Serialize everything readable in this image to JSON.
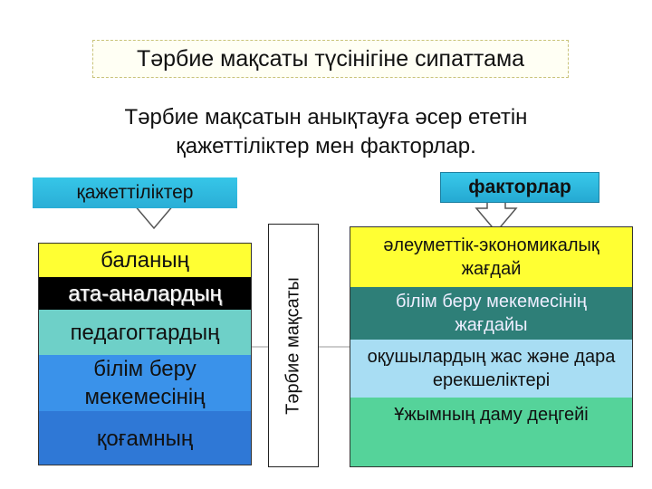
{
  "title": "Тәрбие мақсаты түсінігіне сипаттама",
  "subtitle": [
    "Тәрбие мақсатын анықтауға әсер ететін",
    "қажеттіліктер мен факторлар."
  ],
  "needs_label": "қажеттіліктер",
  "factors_label": "факторлар",
  "needs": [
    "баланың",
    "ата-аналардың",
    "педагогтардың",
    "білім беру мекемесінің",
    "қоғамның"
  ],
  "center_label": "Тәрбие мақсаты",
  "factors": [
    "әлеуметтік-экономикалық жағдай",
    "білім беру мекемесінің жағдайы",
    "оқушылардың жас және дара ерекшеліктері",
    "Ұжымның даму деңгейі"
  ],
  "colors": {
    "yellow": "#ffff33",
    "black": "#000000",
    "teal": "#6ed0c8",
    "blue": "#3a92ea",
    "dark_teal": "#2e7f78",
    "sky": "#a8ddf3",
    "mint": "#55d39a",
    "label_cyan": "#2aaed6"
  }
}
